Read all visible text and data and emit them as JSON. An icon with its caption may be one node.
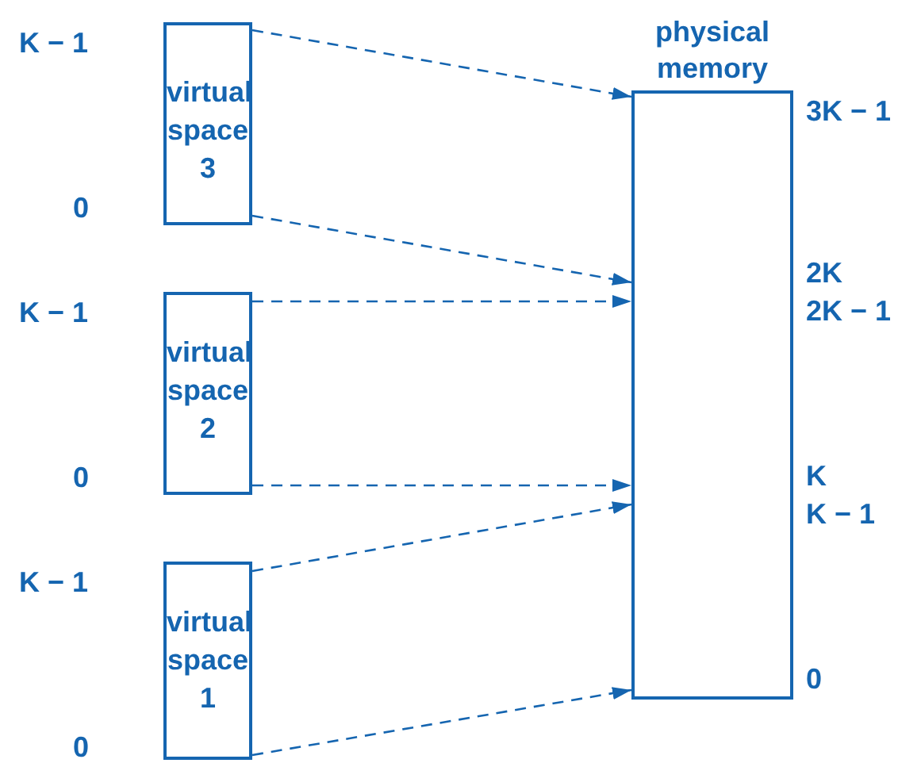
{
  "diagram": {
    "nodes": [
      {
        "text": [
          "virtual space 3"
        ]
      },
      {
        "text": [
          "virtual space 2"
        ]
      },
      {
        "text": [
          "virtual space 1"
        ]
      },
      {
        "text": [
          "physical memory"
        ]
      }
    ],
    "edges": [
      {
        "from": 0,
        "to": 3,
        "arrow": "to",
        "style": "dashed"
      },
      {
        "from": 0,
        "to": 3,
        "arrow": "to",
        "style": "dashed"
      },
      {
        "from": 1,
        "to": 3,
        "arrow": "to",
        "style": "dashed"
      },
      {
        "from": 1,
        "to": 3,
        "arrow": "to",
        "style": "dashed"
      },
      {
        "from": 2,
        "to": 3,
        "arrow": "to",
        "style": "dashed"
      },
      {
        "from": 2,
        "to": 3,
        "arrow": "to",
        "style": "dashed"
      }
    ],
    "labels": [
      "K − 1",
      "3K − 1",
      "0",
      "2K",
      "K − 1",
      "2K − 1",
      "0",
      "K",
      "K − 1",
      "K − 1",
      "0",
      "0"
    ]
  }
}
